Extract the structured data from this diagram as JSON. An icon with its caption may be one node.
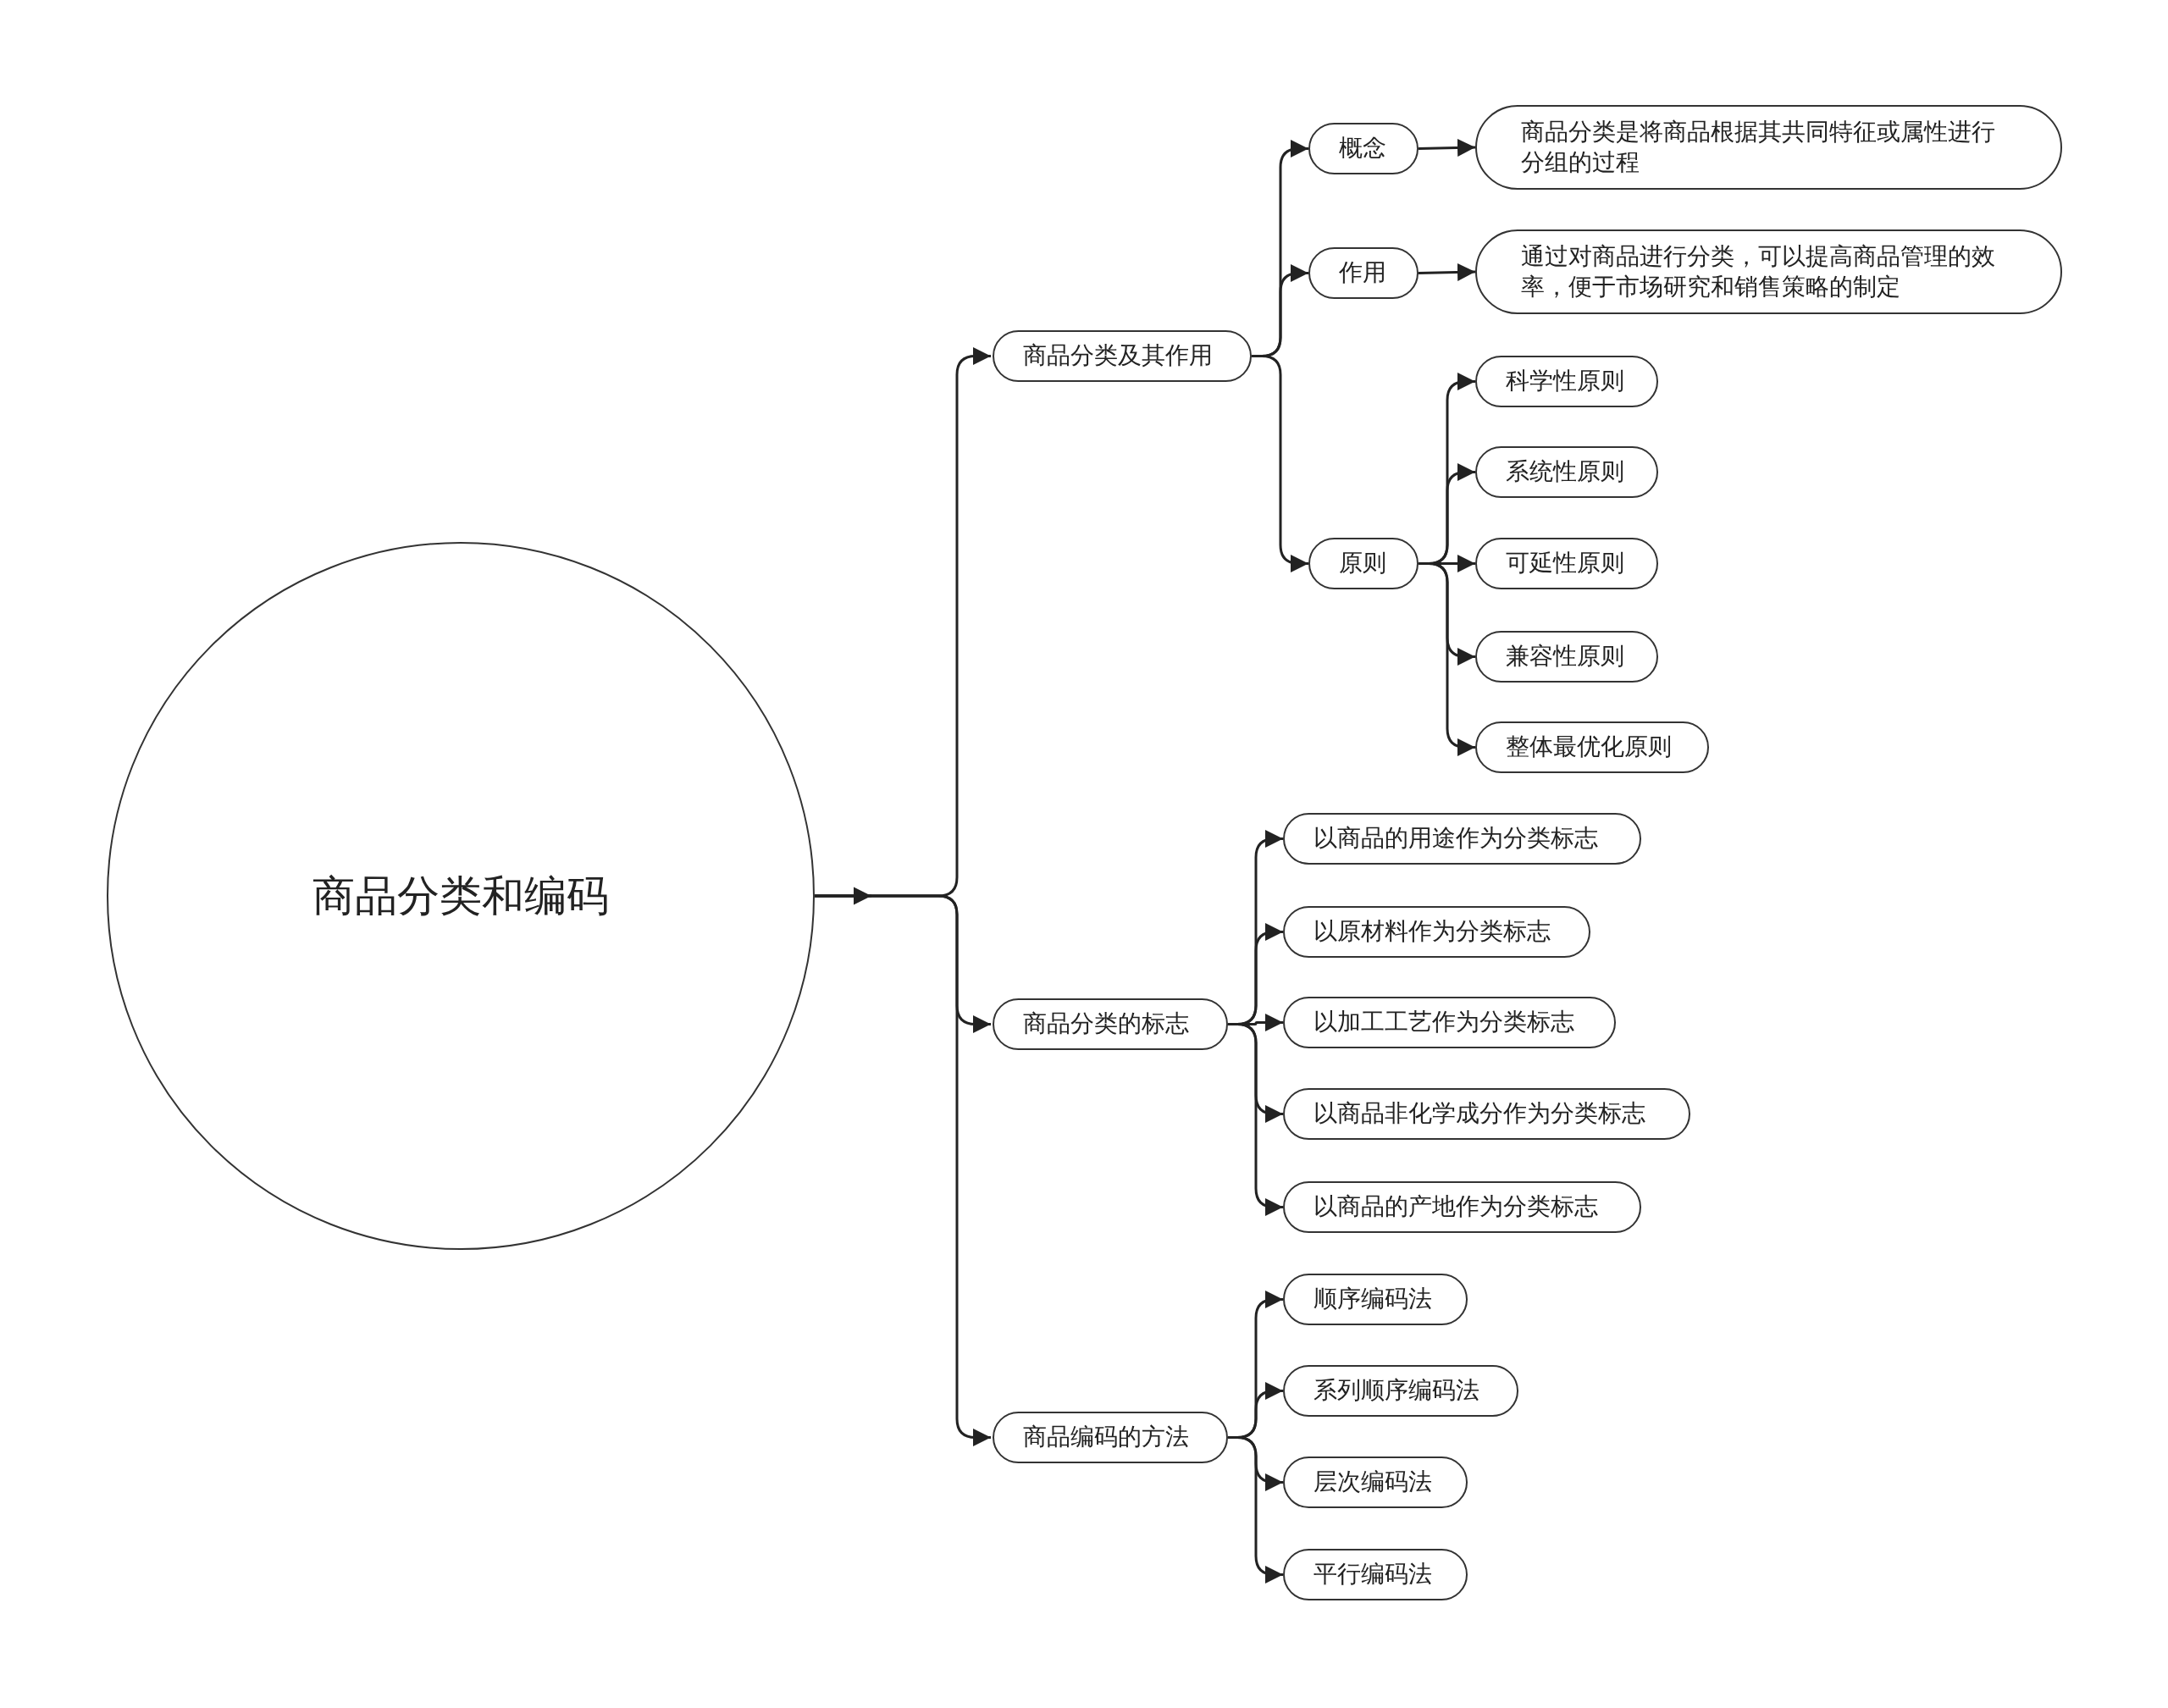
{
  "diagram": {
    "nodes": [
      {
        "text": [
          "商品分类和编码"
        ]
      },
      {
        "text": [
          "商品分类及其作用"
        ]
      },
      {
        "text": [
          "概念"
        ]
      },
      {
        "text": [
          "商品分类是将商品根据其共同特征或属性进行分组的过程"
        ]
      },
      {
        "text": [
          "作用"
        ]
      },
      {
        "text": [
          "通过对商品进行分类，可以提高商品管理的效率，便于市场研究和销售策略的制定"
        ]
      },
      {
        "text": [
          "原则"
        ]
      },
      {
        "text": [
          "科学性原则"
        ]
      },
      {
        "text": [
          "系统性原则"
        ]
      },
      {
        "text": [
          "可延性原则"
        ]
      },
      {
        "text": [
          "兼容性原则"
        ]
      },
      {
        "text": [
          "整体最优化原则"
        ]
      },
      {
        "text": [
          "商品分类的标志"
        ]
      },
      {
        "text": [
          "以商品的用途作为分类标志"
        ]
      },
      {
        "text": [
          "以原材料作为分类标志"
        ]
      },
      {
        "text": [
          "以加工工艺作为分类标志"
        ]
      },
      {
        "text": [
          "以商品非化学成分作为分类标志"
        ]
      },
      {
        "text": [
          "以商品的产地作为分类标志"
        ]
      },
      {
        "text": [
          "商品编码的方法"
        ]
      },
      {
        "text": [
          "顺序编码法"
        ]
      },
      {
        "text": [
          "系列顺序编码法"
        ]
      },
      {
        "text": [
          "层次编码法"
        ]
      },
      {
        "text": [
          "平行编码法"
        ]
      }
    ],
    "edges": [
      {
        "from": 0,
        "to": 1,
        "arrow": "to"
      },
      {
        "from": 0,
        "to": 12,
        "arrow": "to"
      },
      {
        "from": 0,
        "to": 18,
        "arrow": "to"
      },
      {
        "from": 1,
        "to": 2,
        "arrow": "to"
      },
      {
        "from": 1,
        "to": 4,
        "arrow": "to"
      },
      {
        "from": 1,
        "to": 6,
        "arrow": "to"
      },
      {
        "from": 2,
        "to": 3,
        "arrow": "to"
      },
      {
        "from": 4,
        "to": 5,
        "arrow": "to"
      },
      {
        "from": 6,
        "to": 7,
        "arrow": "to"
      },
      {
        "from": 6,
        "to": 8,
        "arrow": "to"
      },
      {
        "from": 6,
        "to": 9,
        "arrow": "to"
      },
      {
        "from": 6,
        "to": 10,
        "arrow": "to"
      },
      {
        "from": 6,
        "to": 11,
        "arrow": "to"
      },
      {
        "from": 12,
        "to": 13,
        "arrow": "to"
      },
      {
        "from": 12,
        "to": 14,
        "arrow": "to"
      },
      {
        "from": 12,
        "to": 15,
        "arrow": "to"
      },
      {
        "from": 12,
        "to": 16,
        "arrow": "to"
      },
      {
        "from": 12,
        "to": 17,
        "arrow": "to"
      },
      {
        "from": 18,
        "to": 19,
        "arrow": "to"
      },
      {
        "from": 18,
        "to": 20,
        "arrow": "to"
      },
      {
        "from": 18,
        "to": 21,
        "arrow": "to"
      },
      {
        "from": 18,
        "to": 22,
        "arrow": "to"
      }
    ]
  }
}
